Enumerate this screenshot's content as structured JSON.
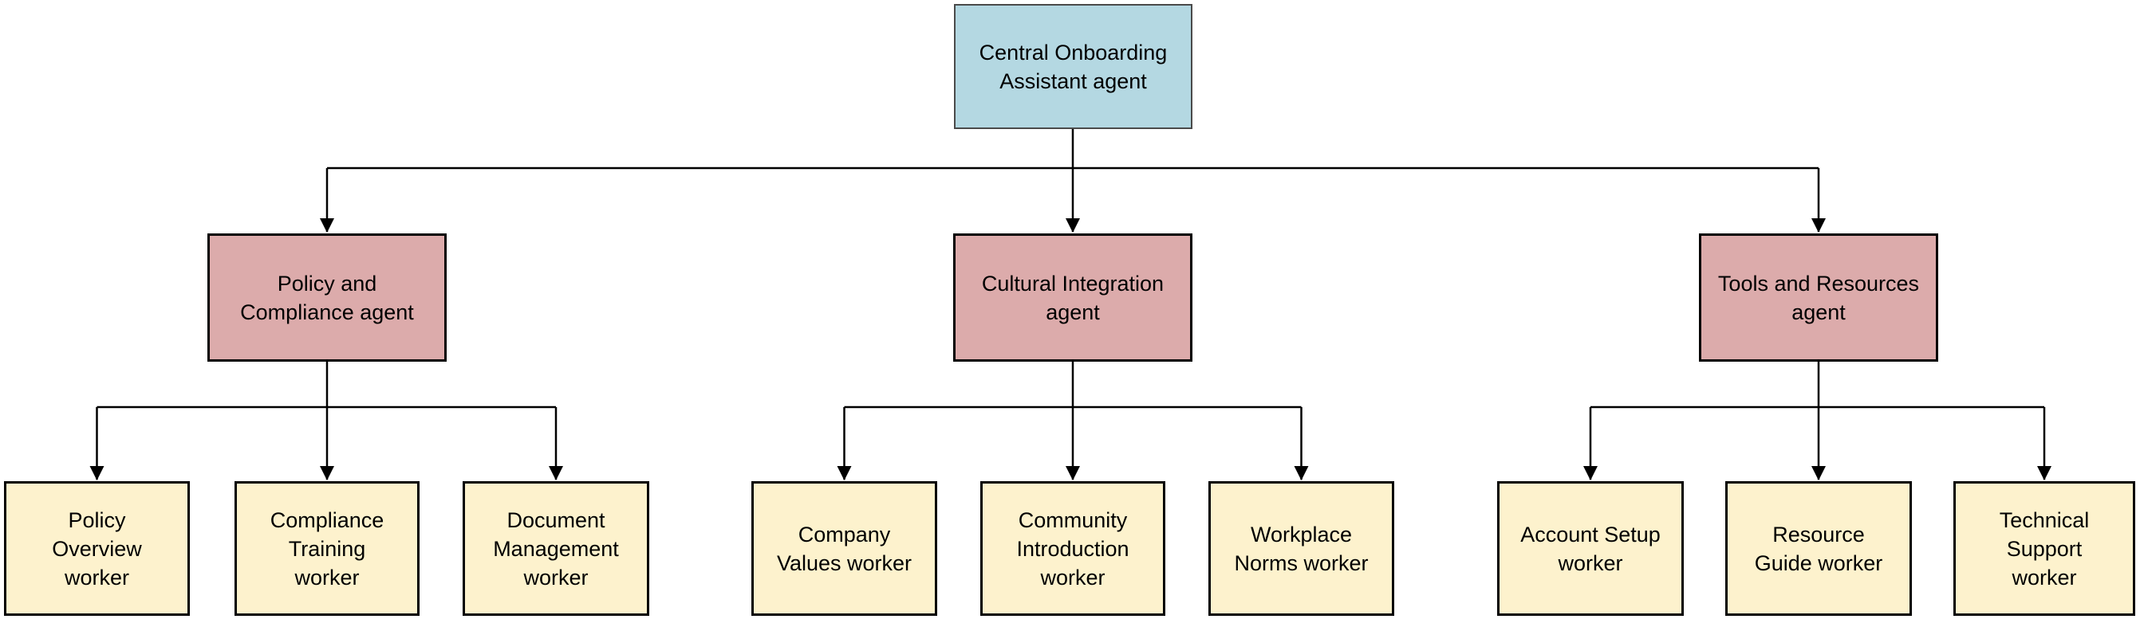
{
  "diagram": {
    "type": "org-hierarchy",
    "colors": {
      "root_fill": "#b4d8e2",
      "root_border": "#4a4a4a",
      "agent_fill": "#dcabab",
      "worker_fill": "#fdf2cd",
      "box_border": "#000000",
      "connector": "#000000",
      "background": "#ffffff"
    },
    "root": {
      "label": "Central Onboarding\nAssistant agent"
    },
    "agents": [
      {
        "label": "Policy and\nCompliance agent",
        "workers": [
          {
            "label": "Policy\nOverview\nworker"
          },
          {
            "label": "Compliance\nTraining\nworker"
          },
          {
            "label": "Document\nManagement\nworker"
          }
        ]
      },
      {
        "label": "Cultural Integration\nagent",
        "workers": [
          {
            "label": "Company\nValues worker"
          },
          {
            "label": "Community\nIntroduction\nworker"
          },
          {
            "label": "Workplace\nNorms worker"
          }
        ]
      },
      {
        "label": "Tools and Resources\nagent",
        "workers": [
          {
            "label": "Account Setup\nworker"
          },
          {
            "label": "Resource\nGuide worker"
          },
          {
            "label": "Technical\nSupport\nworker"
          }
        ]
      }
    ]
  }
}
